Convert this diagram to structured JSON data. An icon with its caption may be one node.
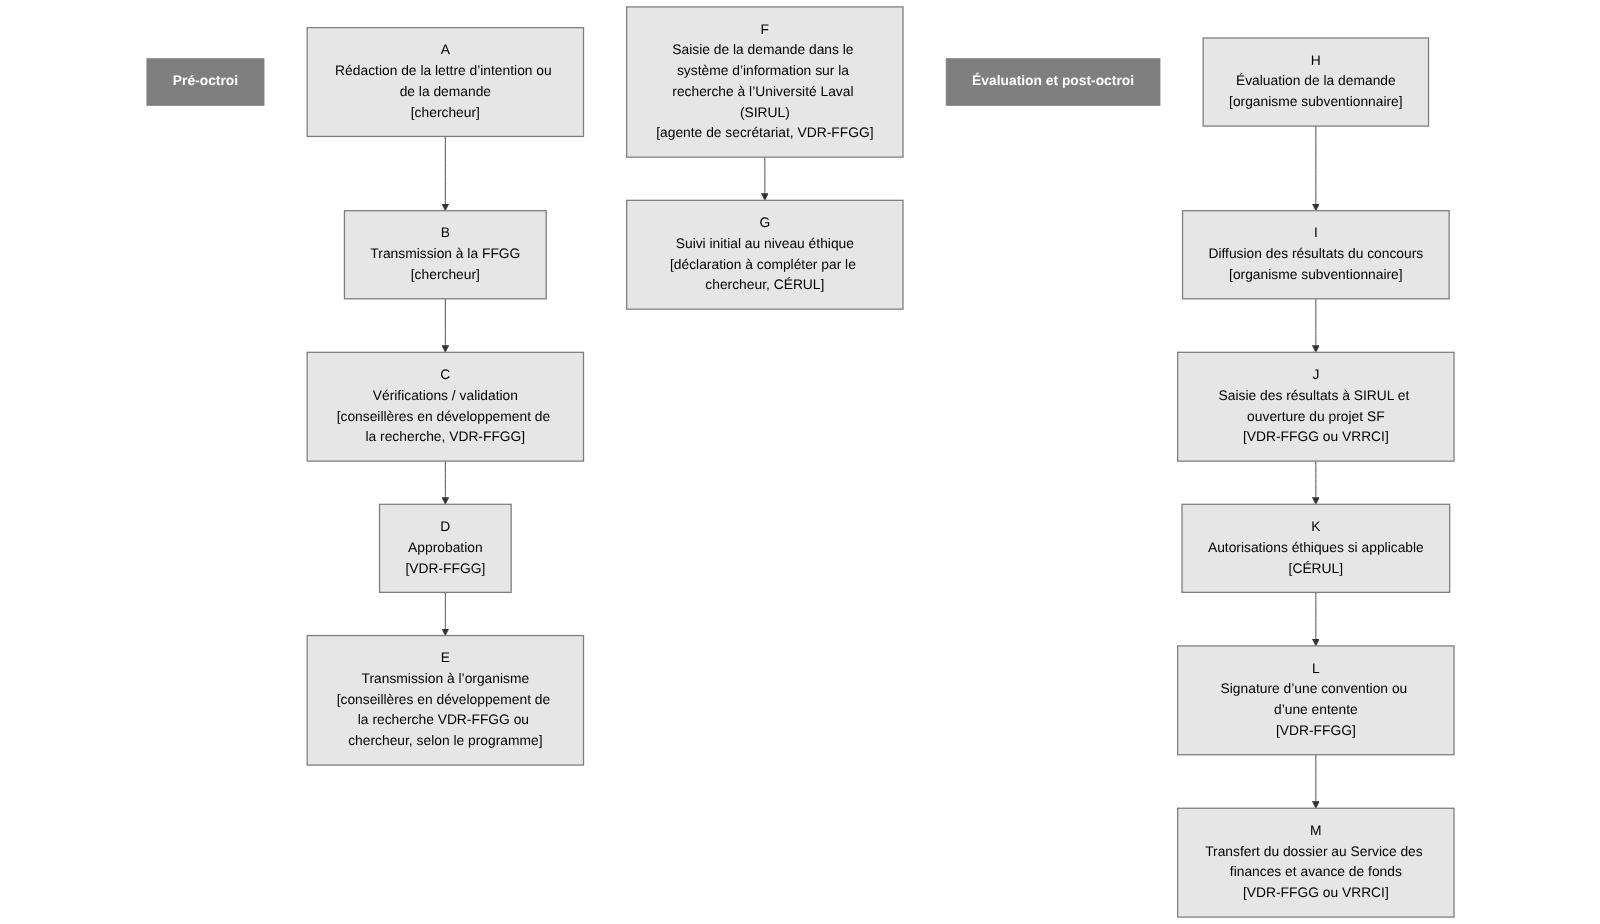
{
  "diagram": {
    "nodes": [
      {
        "text": [
          "Pré-octroi"
        ]
      },
      {
        "text": [
          "A",
          "Rédaction de la lettre d’intention ou de la demande",
          "[chercheur]"
        ]
      },
      {
        "text": [
          "B",
          "Transmission à la FFGG",
          "[chercheur]"
        ]
      },
      {
        "text": [
          "C",
          "Vérifications / validation",
          "[conseillères en développement de la recherche, VDR-FFGG]"
        ]
      },
      {
        "text": [
          "D",
          "Approbation",
          "[VDR-FFGG]"
        ]
      },
      {
        "text": [
          "E",
          "Transmission à l’organisme",
          "[conseillères en développement de la recherche VDR-FFGG ou chercheur, selon le programme]"
        ]
      },
      {
        "text": [
          "F",
          "Saisie de la demande dans le système d’information sur la recherche à l’Université Laval (SIRUL)",
          "[agente de secrétariat, VDR-FFGG]"
        ]
      },
      {
        "text": [
          "G",
          "Suivi initial au niveau éthique",
          "[déclaration à compléter par le chercheur, CÉRUL]"
        ]
      },
      {
        "text": [
          "Évaluation et post-octroi"
        ]
      },
      {
        "text": [
          "H",
          "Évaluation de la demande",
          "[organisme subventionnaire]"
        ]
      },
      {
        "text": [
          "I",
          "Diffusion des résultats du concours",
          "[organisme subventionnaire]"
        ]
      },
      {
        "text": [
          "J",
          "Saisie des résultats à SIRUL et ouverture du projet SF",
          "[VDR-FFGG ou VRRCI]"
        ]
      },
      {
        "text": [
          "K",
          "Autorisations éthiques si applicable",
          "[CÉRUL]"
        ]
      },
      {
        "text": [
          "L",
          "Signature d’une convention ou d’une entente",
          "[VDR-FFGG]"
        ]
      },
      {
        "text": [
          "M",
          "Transfert du dossier au Service des finances et avance de fonds",
          "[VDR-FFGG ou VRRCI]"
        ]
      }
    ],
    "edges": [
      {
        "from": 1,
        "to": 2,
        "arrow": "to"
      },
      {
        "from": 2,
        "to": 3,
        "arrow": "to"
      },
      {
        "from": 3,
        "to": 4,
        "arrow": "to"
      },
      {
        "from": 4,
        "to": 5,
        "arrow": "to"
      },
      {
        "from": 6,
        "to": 7,
        "arrow": "to"
      },
      {
        "from": 9,
        "to": 10,
        "arrow": "to"
      },
      {
        "from": 10,
        "to": 11,
        "arrow": "to"
      },
      {
        "from": 11,
        "to": 12,
        "arrow": "to"
      },
      {
        "from": 12,
        "to": 13,
        "arrow": "to"
      },
      {
        "from": 13,
        "to": 14,
        "arrow": "to"
      }
    ]
  }
}
